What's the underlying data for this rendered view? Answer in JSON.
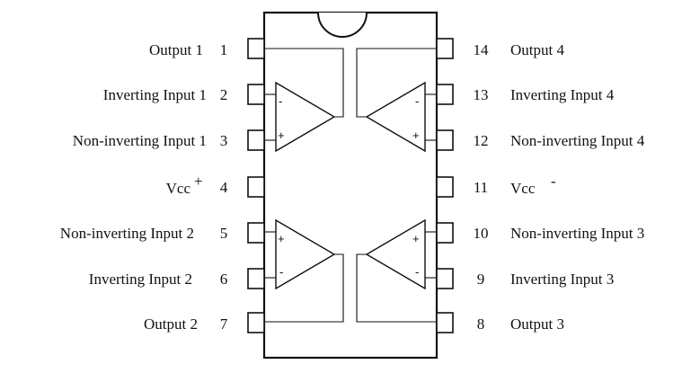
{
  "pins_left": [
    {
      "num": "1",
      "label": "Output 1"
    },
    {
      "num": "2",
      "label": "Inverting Input 1"
    },
    {
      "num": "3",
      "label": "Non-inverting Input 1"
    },
    {
      "num": "4",
      "label": "Vcc",
      "sup": "+"
    },
    {
      "num": "5",
      "label": "Non-inverting Input 2"
    },
    {
      "num": "6",
      "label": "Inverting Input 2"
    },
    {
      "num": "7",
      "label": "Output 2"
    }
  ],
  "pins_right": [
    {
      "num": "14",
      "label": "Output 4"
    },
    {
      "num": "13",
      "label": "Inverting Input 4"
    },
    {
      "num": "12",
      "label": "Non-inverting Input 4"
    },
    {
      "num": "11",
      "label": "Vcc",
      "sup": "-"
    },
    {
      "num": "10",
      "label": "Non-inverting Input 3"
    },
    {
      "num": "9",
      "label": "Inverting Input 3"
    },
    {
      "num": "8",
      "label": "Output 3"
    }
  ],
  "amps": [
    {
      "id": "amp-1",
      "top_sign": "-",
      "bottom_sign": "+"
    },
    {
      "id": "amp-4",
      "top_sign": "-",
      "bottom_sign": "+"
    },
    {
      "id": "amp-2",
      "top_sign": "+",
      "bottom_sign": "-"
    },
    {
      "id": "amp-3",
      "top_sign": "+",
      "bottom_sign": "-"
    }
  ]
}
